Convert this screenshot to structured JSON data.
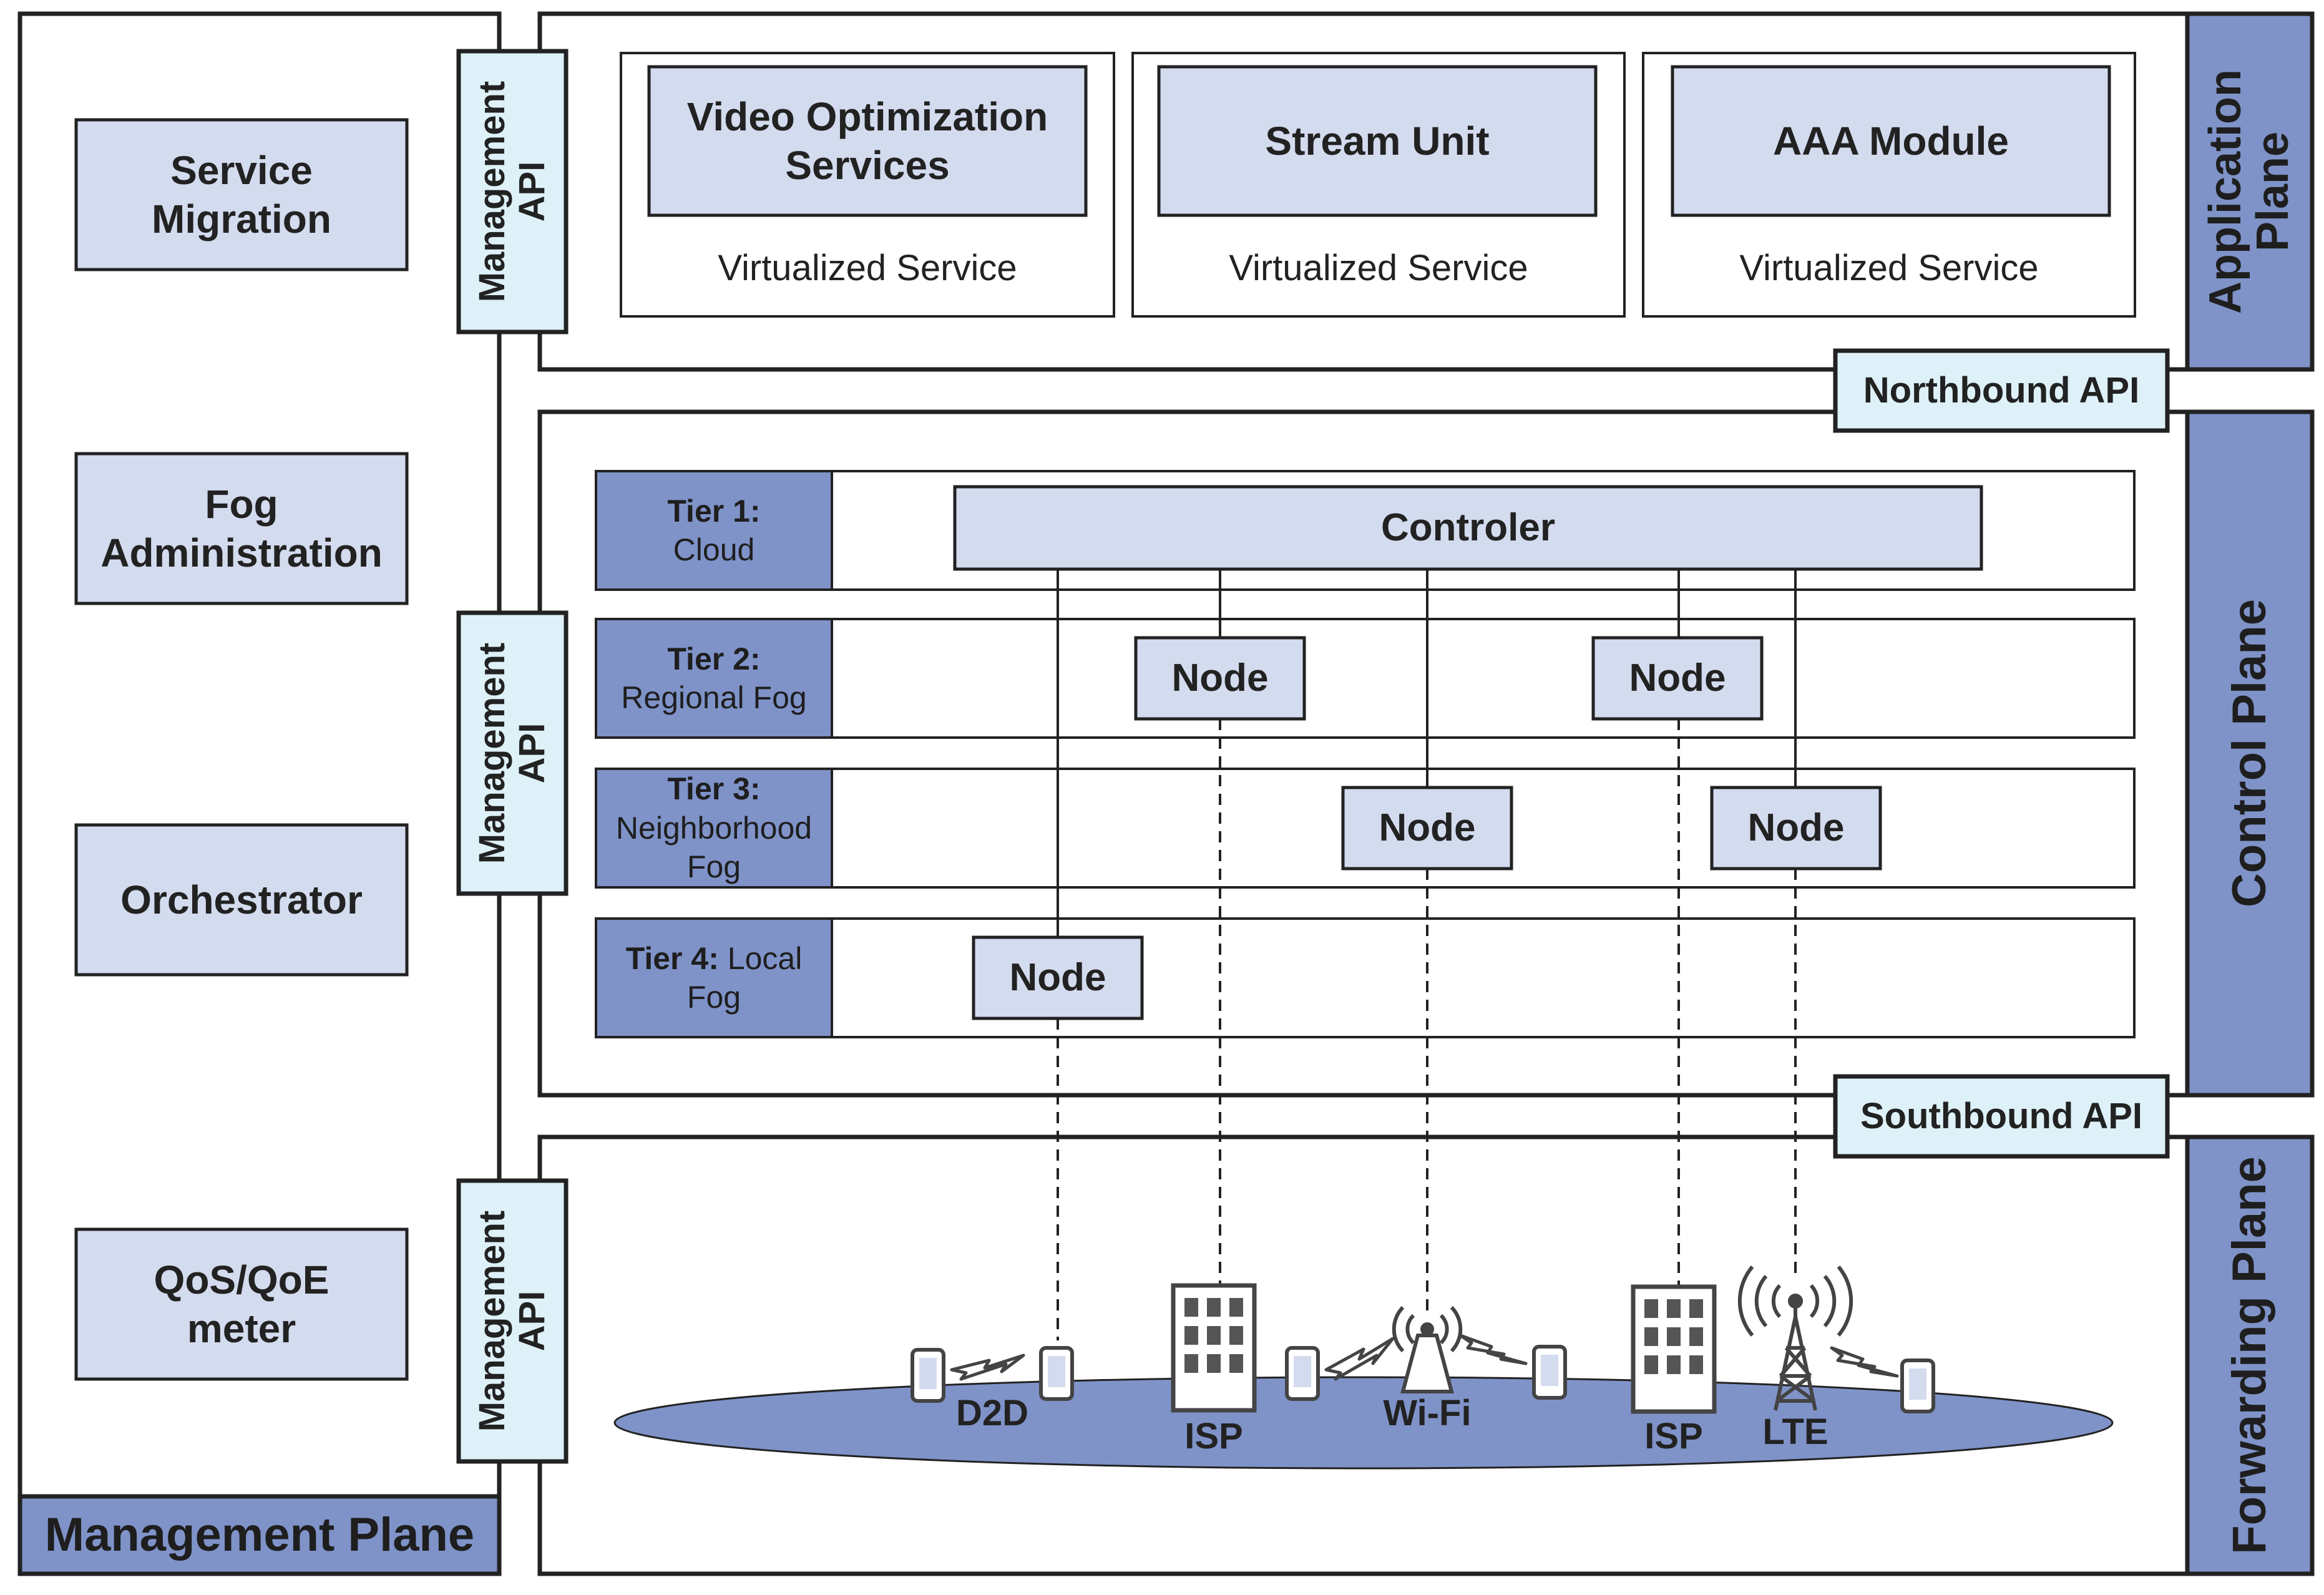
{
  "management_plane": {
    "title": "Management Plane",
    "modules": [
      {
        "line1": "Service",
        "line2": "Migration"
      },
      {
        "line1": "Fog",
        "line2": "Administration"
      },
      {
        "line1": "Orchestrator",
        "line2": ""
      },
      {
        "line1": "QoS/QoE",
        "line2": "meter"
      }
    ],
    "api_label_line1": "Management",
    "api_label_line2": "API"
  },
  "application_plane": {
    "title_line1": "Application",
    "title_line2": "Plane",
    "services": [
      {
        "name_line1": "Video Optimization",
        "name_line2": "Services",
        "caption": "Virtualized Service"
      },
      {
        "name_line1": "Stream Unit",
        "name_line2": "",
        "caption": "Virtualized Service"
      },
      {
        "name_line1": "AAA Module",
        "name_line2": "",
        "caption": "Virtualized Service"
      }
    ]
  },
  "apis": {
    "northbound": "Northbound API",
    "southbound": "Southbound API"
  },
  "control_plane": {
    "title": "Control Plane",
    "controller": "Controler",
    "node_label": "Node",
    "tiers": [
      {
        "prefix": "Tier 1:",
        "rest": "Cloud"
      },
      {
        "prefix": "Tier 2:",
        "rest": "Regional Fog"
      },
      {
        "prefix": "Tier 3:",
        "rest": "Neighborhood Fog"
      },
      {
        "prefix": "Tier 4:",
        "rest": "Local Fog"
      }
    ]
  },
  "forwarding_plane": {
    "title": "Forwarding Plane",
    "labels": {
      "d2d": "D2D",
      "isp": "ISP",
      "wifi": "Wi-Fi",
      "lte": "LTE"
    }
  },
  "colors": {
    "dark_blue": "#7f93c9",
    "light_blue": "#d3dbee",
    "cyan_light": "#def1f8",
    "ellipse": "#7f93c9",
    "stroke": "#222222"
  }
}
